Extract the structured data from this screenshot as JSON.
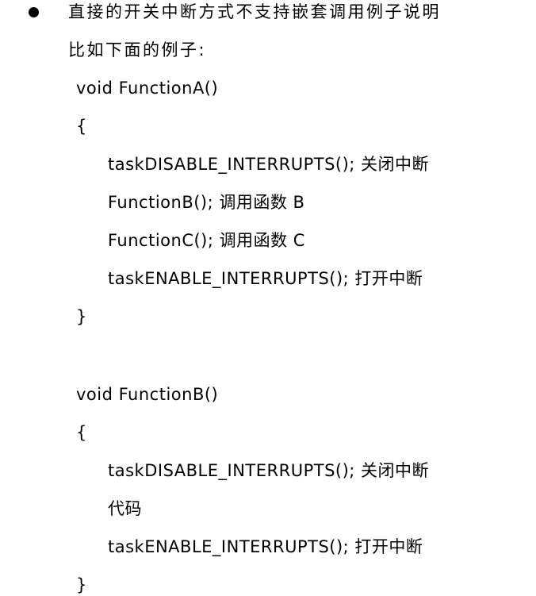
{
  "document": {
    "bullet_text": "直接的开关中断方式不支持嵌套调用例子说明",
    "intro": "比如下面的例子:",
    "function_a": {
      "signature": "void FunctionA()",
      "open_brace": "{",
      "lines": [
        "taskDISABLE_INTERRUPTS();  关闭中断",
        "FunctionB(); 调用函数 B",
        "FunctionC(); 调用函数 C",
        "taskENABLE_INTERRUPTS();  打开中断"
      ],
      "close_brace": "}"
    },
    "function_b": {
      "signature": "void FunctionB()",
      "open_brace": "{",
      "lines": [
        "taskDISABLE_INTERRUPTS();  关闭中断",
        "代码",
        "taskENABLE_INTERRUPTS();  打开中断"
      ],
      "close_brace": "}"
    }
  }
}
